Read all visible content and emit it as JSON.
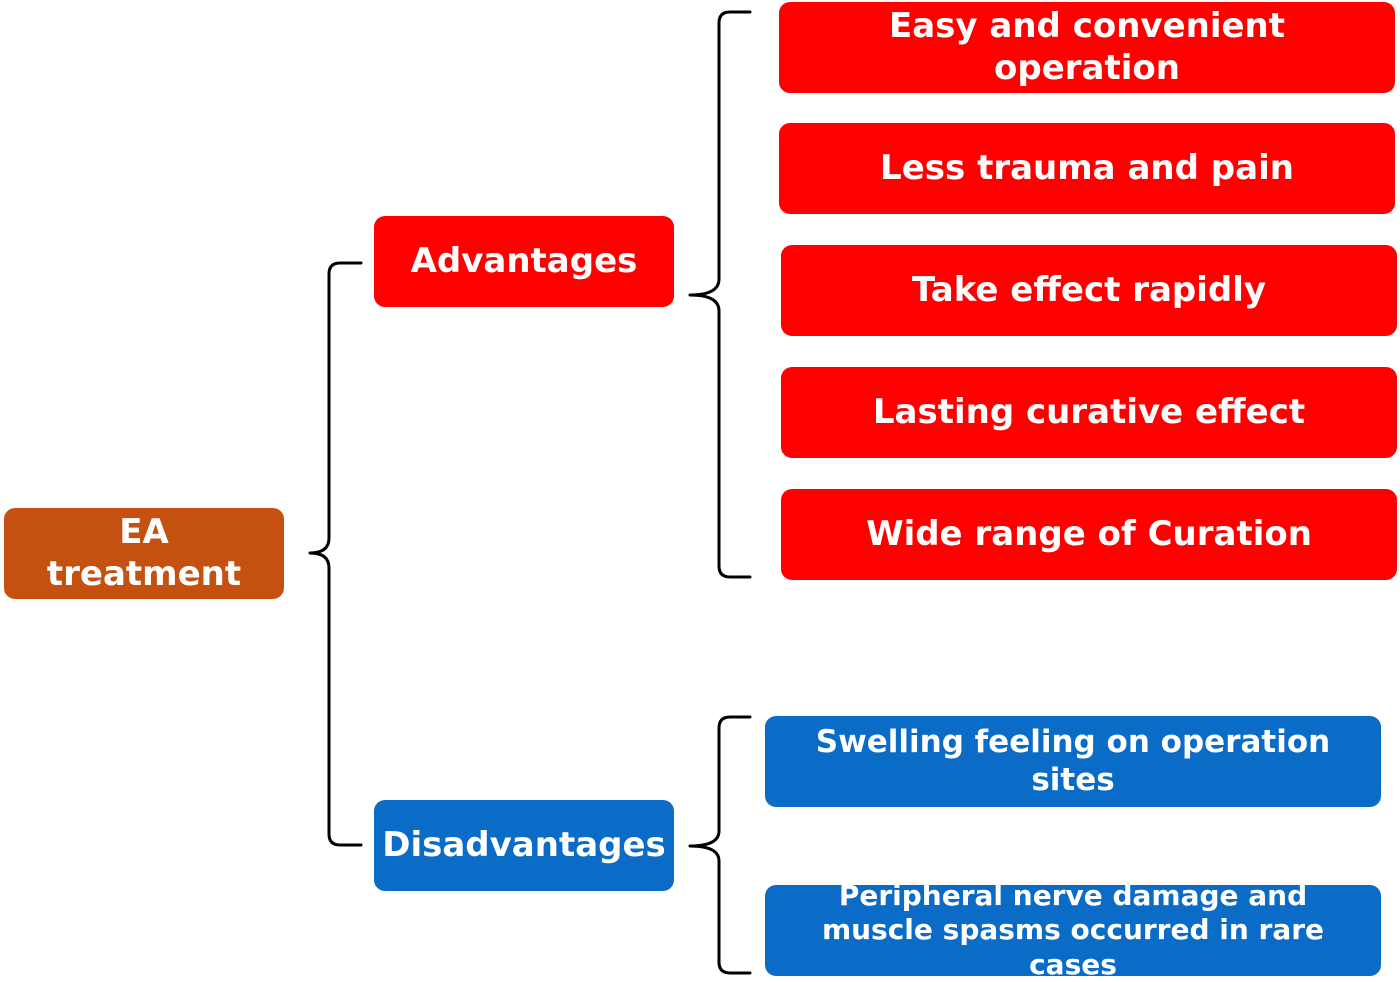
{
  "root": {
    "label": "EA treatment",
    "color": "#c4510f"
  },
  "advantages": {
    "label": "Advantages",
    "color": "#fe0000",
    "items": [
      "Easy and convenient operation",
      "Less trauma and pain",
      "Take effect rapidly",
      "Lasting curative effect",
      "Wide range of Curation"
    ]
  },
  "disadvantages": {
    "label": "Disadvantages",
    "color": "#0a6cc6",
    "items": [
      "Swelling feeling on operation sites",
      "Peripheral nerve damage and  muscle spasms occurred in rare cases"
    ]
  }
}
